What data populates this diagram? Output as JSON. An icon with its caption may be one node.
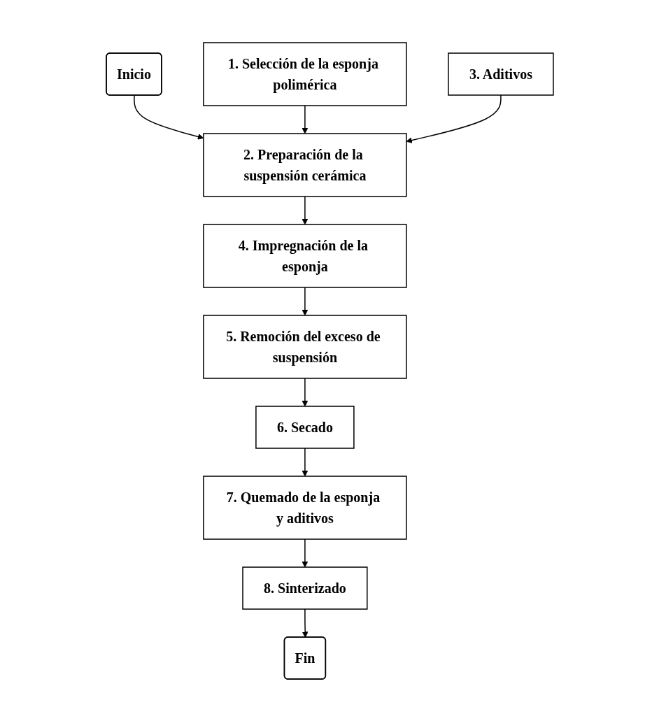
{
  "diagram": {
    "nodes": [
      {
        "text": [
          "Inicio"
        ]
      },
      {
        "text": [
          "1. Selección de la esponja polimérica"
        ]
      },
      {
        "text": [
          "2. Preparación de la suspensión cerámica"
        ]
      },
      {
        "text": [
          "3. Aditivos"
        ]
      },
      {
        "text": [
          "4. Impregnación de la esponja"
        ]
      },
      {
        "text": [
          "5. Remoción del exceso de suspensión"
        ]
      },
      {
        "text": [
          "6. Secado"
        ]
      },
      {
        "text": [
          "7. Quemado de la esponja y aditivos"
        ]
      },
      {
        "text": [
          "8. Sinterizado"
        ]
      },
      {
        "text": [
          "Fin"
        ]
      }
    ],
    "edges": [
      {
        "from": 0,
        "to": 2,
        "arrow": "to"
      },
      {
        "from": 1,
        "to": 2,
        "arrow": "to"
      },
      {
        "from": 3,
        "to": 2,
        "arrow": "to"
      },
      {
        "from": 2,
        "to": 4,
        "arrow": "to"
      },
      {
        "from": 4,
        "to": 5,
        "arrow": "to"
      },
      {
        "from": 5,
        "to": 6,
        "arrow": "to"
      },
      {
        "from": 6,
        "to": 7,
        "arrow": "to"
      },
      {
        "from": 7,
        "to": 8,
        "arrow": "to"
      },
      {
        "from": 8,
        "to": 9,
        "arrow": "to"
      }
    ]
  }
}
